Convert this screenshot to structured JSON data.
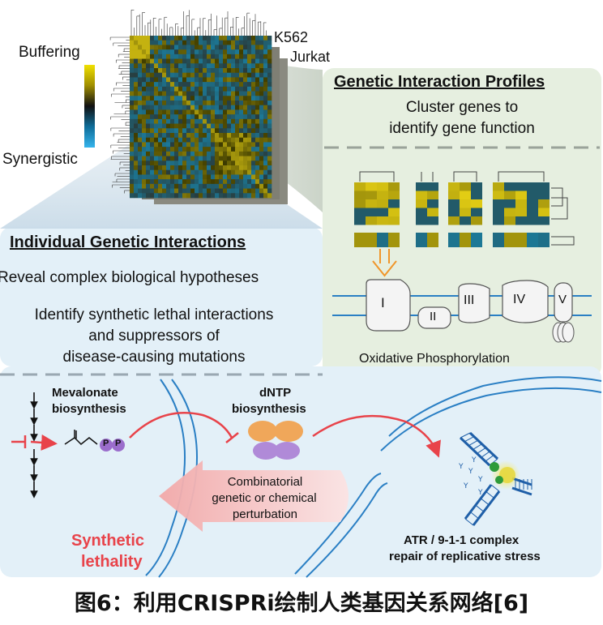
{
  "heatmap": {
    "cell_line_1": "K562",
    "cell_line_2": "Jurkat",
    "scale_top": "Buffering",
    "scale_bottom": "Synergistic"
  },
  "profiles": {
    "title": "Genetic Interaction Profiles",
    "line1": "Cluster genes to",
    "line2": "identify gene function",
    "pathway": "Oxidative Phosphorylation",
    "complexes": [
      "I",
      "II",
      "III",
      "IV",
      "V"
    ]
  },
  "individual": {
    "title": "Individual Genetic Interactions",
    "line1": "Reveal complex biological hypotheses",
    "line2": "Identify synthetic lethal interactions",
    "line3": "and suppressors of",
    "line4": "disease-causing mutations"
  },
  "bottom": {
    "mevalonate_1": "Mevalonate",
    "mevalonate_2": "biosynthesis",
    "pp": "P",
    "dntp_1": "dNTP",
    "dntp_2": "biosynthesis",
    "combo_1": "Combinatorial",
    "combo_2": "genetic or chemical",
    "combo_3": "perturbation",
    "synth_1": "Synthetic",
    "synth_2": "lethality",
    "atr_1": "ATR / 9-1-1 complex",
    "atr_2": "repair of replicative stress"
  },
  "caption": "图6：利用CRISPRi绘制人类基因关系网络[6]",
  "colors": {
    "yellow": "#e8d400",
    "blue": "#2aa7e0",
    "panel_green": "#e6efe0",
    "panel_blue": "#e3f0f8",
    "red": "#e8434a",
    "purple": "#9b6dcc",
    "orange": "#f0a75a"
  }
}
